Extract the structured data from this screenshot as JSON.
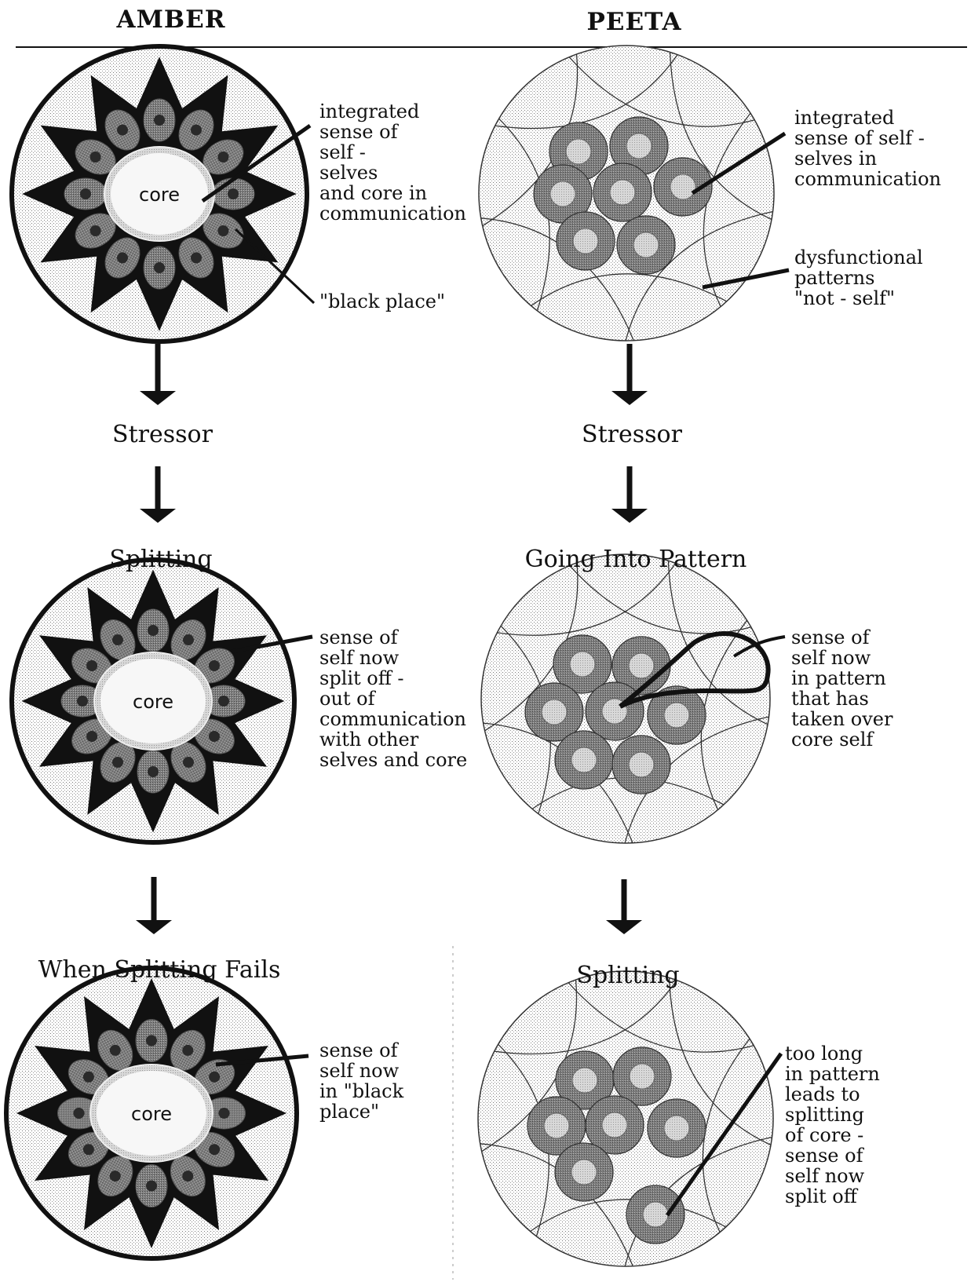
{
  "headers": {
    "left": "AMBER",
    "right": "PEETA"
  },
  "amber": {
    "core_label": "core",
    "stage_1": "Stressor",
    "stage_2": "Splitting",
    "stage_3": "When Splitting Fails",
    "diagram_1": {
      "annotation_top": [
        "integrated",
        "sense of",
        "self -",
        "selves",
        "and core in",
        "communication"
      ],
      "annotation_bottom": [
        "\"black place\""
      ]
    },
    "diagram_2": {
      "annotation": [
        "sense of",
        "self now",
        "split off -",
        "out of",
        "communication",
        "with other",
        "selves and core"
      ]
    },
    "diagram_3": {
      "annotation": [
        "sense of",
        "self now",
        "in \"black",
        "place\""
      ]
    }
  },
  "peeta": {
    "stage_1": "Stressor",
    "stage_2": "Going Into Pattern",
    "stage_3": "Splitting",
    "diagram_1": {
      "annotation_top": [
        "integrated",
        "sense of self -",
        "selves in",
        "communication"
      ],
      "annotation_bottom": [
        "dysfunctional",
        "patterns",
        "\"not - self\""
      ]
    },
    "diagram_2": {
      "annotation": [
        "sense of",
        "self now",
        "in pattern",
        "that has",
        "taken over",
        "core self"
      ]
    },
    "diagram_3": {
      "annotation": [
        "too long",
        "in pattern",
        "leads to",
        "splitting",
        "of core -",
        "sense of",
        "self now",
        "split off"
      ]
    }
  },
  "colors": {
    "ink": "#111111",
    "stipple": "#cfcfcf",
    "petal": "#8a8a8a",
    "light": "#e6e6e6"
  }
}
